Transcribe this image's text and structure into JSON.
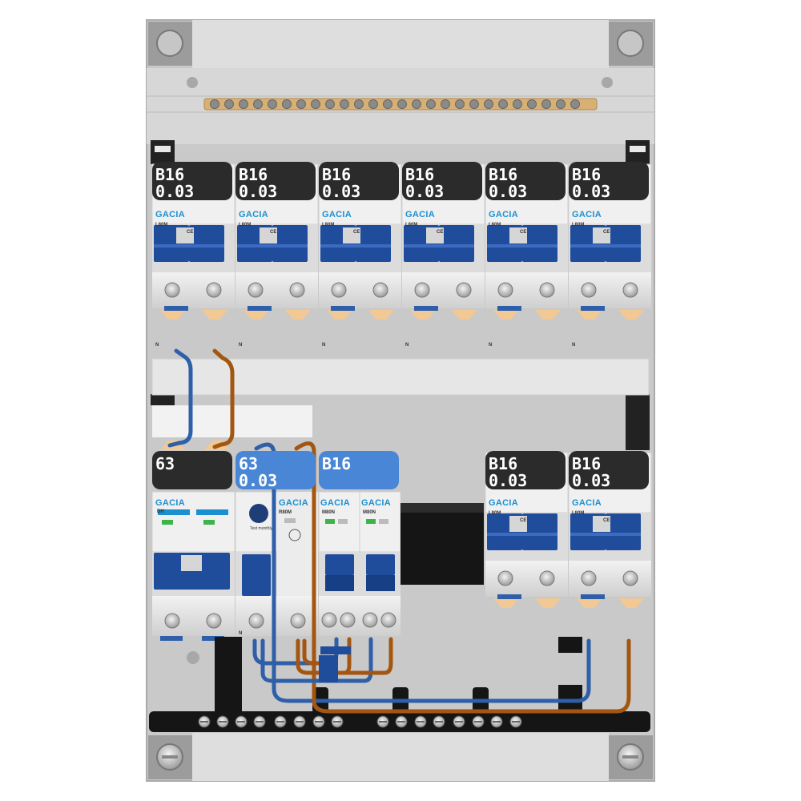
{
  "brand": "GACIA",
  "ce_mark": "CE",
  "n_mark": "N",
  "colors": {
    "frame": "#bfbfbf",
    "din_rail": "#e0e0e0",
    "handle": "#1f4d9c",
    "label_dark": "#2b2b2b",
    "label_blue": "#4a86d6",
    "wire_blue": "#2e5fa8",
    "wire_brown": "#a35611",
    "busbar_brass": "#d9b074",
    "status_green": "#3bb44a"
  },
  "top_row": [
    {
      "rating": "B16",
      "sensitivity": "0.03",
      "model": "L80M"
    },
    {
      "rating": "B16",
      "sensitivity": "0.03",
      "model": "L80M"
    },
    {
      "rating": "B16",
      "sensitivity": "0.03",
      "model": "L80M"
    },
    {
      "rating": "B16",
      "sensitivity": "0.03",
      "model": "L80M"
    },
    {
      "rating": "B16",
      "sensitivity": "0.03",
      "model": "L80M"
    },
    {
      "rating": "B16",
      "sensitivity": "0.03",
      "model": "L80M"
    }
  ],
  "bottom_row": {
    "main_switch": {
      "rating": "63",
      "model": "DH"
    },
    "rcd": {
      "rating": "63",
      "sensitivity": "0.03",
      "model": "R80M",
      "test_text": "Test monthly"
    },
    "mcb_group": {
      "rating": "B16",
      "models": [
        "M80N",
        "M80N"
      ]
    },
    "right_rcbos": [
      {
        "rating": "B16",
        "sensitivity": "0.03",
        "model": "L80M"
      },
      {
        "rating": "B16",
        "sensitivity": "0.03",
        "model": "L80M"
      }
    ]
  }
}
